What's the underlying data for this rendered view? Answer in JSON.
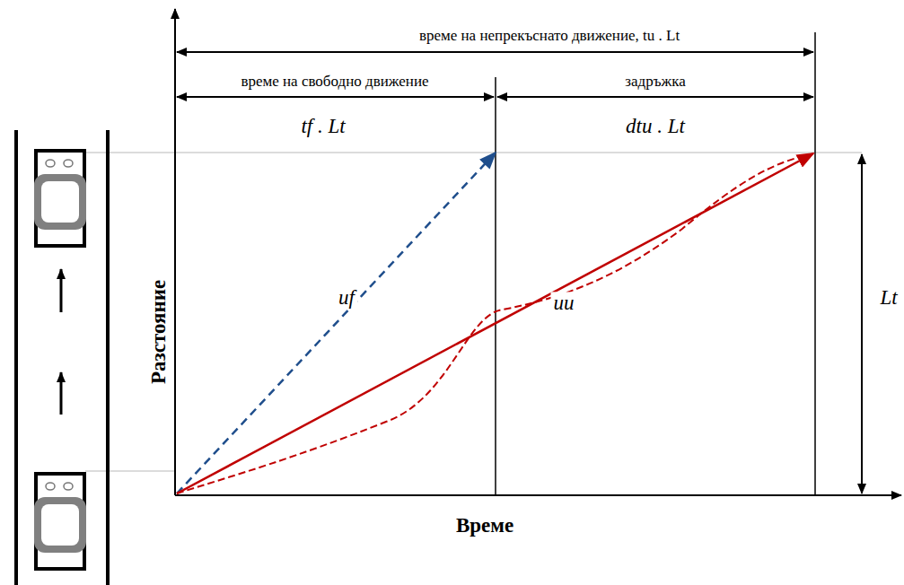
{
  "diagram": {
    "labels": [
      "време на непрекъснато движение, tu . Lt",
      "време на свободно движение",
      "задръжка",
      "tf . Lt",
      "dtu . Lt",
      "uf",
      "uu",
      "Lt",
      "Разстояние",
      "Време"
    ]
  }
}
